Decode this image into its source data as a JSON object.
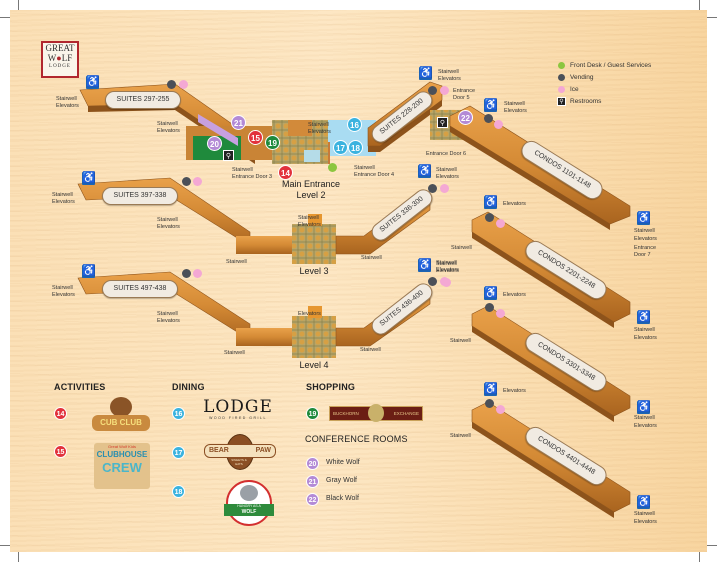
{
  "logo": {
    "line1": "GREAT",
    "line2": "W",
    "line2b": "LF",
    "line3": "LODGE"
  },
  "map_legend": {
    "items": [
      {
        "icon": "green-dot-icon",
        "label": "Front Desk / Guest Services",
        "color": "#8cc63f"
      },
      {
        "icon": "vending-dot-icon",
        "label": "Vending",
        "color": "#4b5058"
      },
      {
        "icon": "ice-dot-icon",
        "label": "Ice",
        "color": "#f4a8d4"
      },
      {
        "icon": "restroom-icon",
        "label": "Restrooms"
      }
    ]
  },
  "wings": {
    "suites_297_255": "SUITES 297-255",
    "suites_228_200": "SUITES 228-200",
    "suites_397_338": "SUITES 397-338",
    "suites_336_300": "SUITES 336-300",
    "suites_497_438": "SUITES 497-438",
    "suites_436_400": "SUITES 436-400",
    "condos_1101_1148": "CONDOS 1101-1148",
    "condos_2201_2248": "CONDOS 2201-2248",
    "condos_3301_3348": "CONDOS 3301-3348",
    "condos_4401_4448": "CONDOS 4401-4448"
  },
  "levels": {
    "main_entrance": "Main Entrance",
    "level2": "Level 2",
    "level3": "Level 3",
    "level4": "Level 4"
  },
  "labels": {
    "stairwell": "Stairwell",
    "elevators": "Elevators",
    "entrance_door_3": "Entrance Door 3",
    "entrance_door_4": "Entrance Door 4",
    "entrance": "Entrance",
    "door_5": "Door 5",
    "entrance_door_6": "Entrance Door 6",
    "door_7": "Door 7"
  },
  "markers": {
    "n14": "14",
    "n15": "15",
    "n16": "16",
    "n17": "17",
    "n18": "18",
    "n19": "19",
    "n20": "20",
    "n21": "21",
    "n22": "22"
  },
  "legend": {
    "activities": {
      "title": "ACTIVITIES",
      "items": [
        {
          "num": "14",
          "name": "Cub Club",
          "color": "#e2323c"
        },
        {
          "num": "15",
          "name": "Clubhouse Crew",
          "color": "#e2323c"
        }
      ]
    },
    "dining": {
      "title": "DINING",
      "items": [
        {
          "num": "16",
          "name": "Lodge Wood Fired Grill",
          "color": "#3bb3df"
        },
        {
          "num": "17",
          "name": "Bear Paw Sweets & Eats",
          "color": "#3bb3df"
        },
        {
          "num": "18",
          "name": "Hungry as a Wolf",
          "color": "#3bb3df"
        }
      ]
    },
    "shopping": {
      "title": "SHOPPING",
      "items": [
        {
          "num": "19",
          "name": "Buckhorn Exchange",
          "color": "#1f8a3c"
        }
      ]
    },
    "conference": {
      "title": "CONFERENCE ROOMS",
      "items": [
        {
          "num": "20",
          "name": "White Wolf",
          "color": "#b38ad6"
        },
        {
          "num": "21",
          "name": "Gray Wolf",
          "color": "#b38ad6"
        },
        {
          "num": "22",
          "name": "Black Wolf",
          "color": "#b38ad6"
        }
      ]
    }
  },
  "logos": {
    "cub_club": "CUB CLUB",
    "clubhouse_top": "Great Wolf Kids",
    "clubhouse_mid": "CLUBHOUSE",
    "clubhouse_bot": "CREW",
    "lodge_main": "LODGE",
    "lodge_sub": "WOOD FIRED GRILL",
    "bear": "BEAR",
    "paw": "PAW",
    "bearpaw_sub": "SWEETS & EATS",
    "hungry_line1": "HUNGRY AS A",
    "hungry_line2": "WOLF",
    "buckhorn_left": "BUCKHORN",
    "buckhorn_right": "EXCHANGE"
  }
}
